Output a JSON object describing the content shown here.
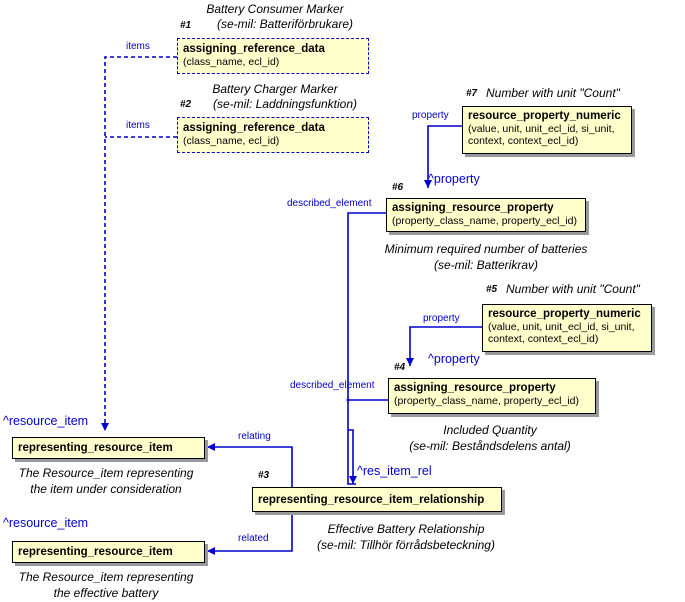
{
  "nodes": {
    "n1": {
      "id": "#1",
      "caption": "Battery Consumer Marker",
      "caption2": "(se-mil: Batteriförbrukare)",
      "title": "assigning_reference_data",
      "attrs": "(class_name, ecl_id)"
    },
    "n2": {
      "id": "#2",
      "caption": "Battery Charger Marker",
      "caption2": "(se-mil: Laddningsfunktion)",
      "title": "assigning_reference_data",
      "attrs": "(class_name, ecl_id)"
    },
    "n7": {
      "id": "#7",
      "caption": "Number with unit \"Count\"",
      "title": "resource_property_numeric",
      "attrs": "(value, unit, unit_ecl_id, si_unit, context, context_ecl_id)"
    },
    "n6": {
      "id": "#6",
      "title": "assigning_resource_property",
      "attrs": "(property_class_name, property_ecl_id)",
      "caption": "Minimum required number of batteries",
      "caption2": "(se-mil: Batterikrav)"
    },
    "n5": {
      "id": "#5",
      "caption": "Number with unit \"Count\"",
      "title": "resource_property_numeric",
      "attrs": "(value, unit, unit_ecl_id, si_unit, context, context_ecl_id)"
    },
    "n4": {
      "id": "#4",
      "title": "assigning_resource_property",
      "attrs": "(property_class_name, property_ecl_id)",
      "caption": "Included Quantity",
      "caption2": "(se-mil: Beståndsdelens antal)"
    },
    "n3": {
      "id": "#3",
      "title": "representing_resource_item_relationship",
      "caption": "Effective Battery Relationship",
      "caption2": "(se-mil: Tillhör förrådsbeteckning)"
    },
    "ri1": {
      "title": "representing_resource_item",
      "caption": "The Resource_item representing",
      "caption2": "the item under consideration"
    },
    "ri2": {
      "title": "representing_resource_item",
      "caption": "The Resource_item representing",
      "caption2": "the effective battery"
    }
  },
  "edge_labels": {
    "items1": "items",
    "items2": "items",
    "property7": "property",
    "property5": "property",
    "described6": "described_element",
    "described4": "described_element",
    "relating": "relating",
    "related": "related"
  },
  "refs": {
    "property7": "^property",
    "property5": "^property",
    "resource_item1": "^resource_item",
    "resource_item2": "^resource_item",
    "res_item_rel": "^res_item_rel"
  },
  "colors": {
    "line": "#0000cc",
    "box_fill": "#ffffcc",
    "shadow": "#9a9a9a"
  }
}
